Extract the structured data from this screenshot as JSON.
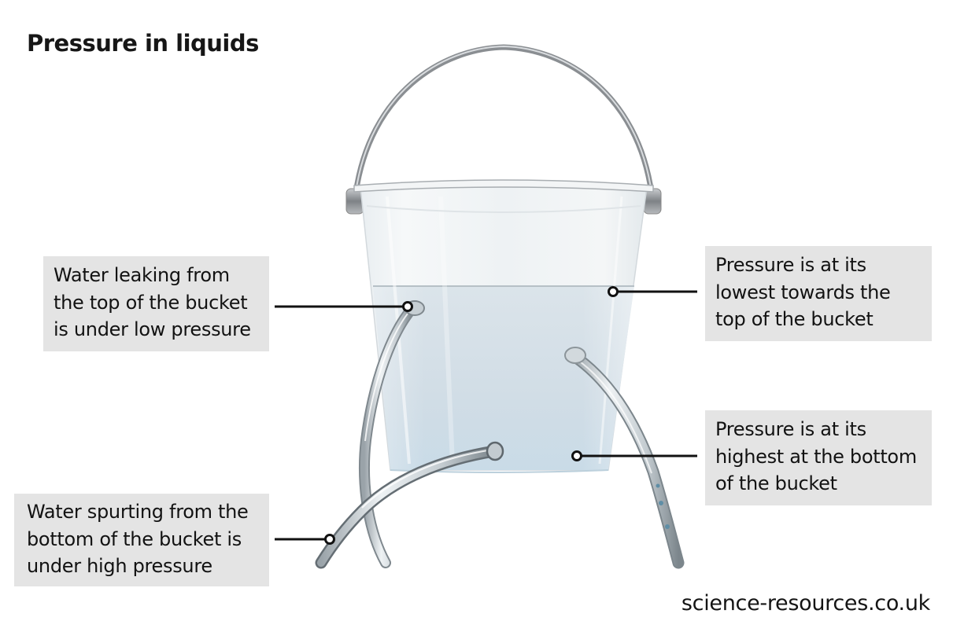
{
  "title": "Pressure in liquids",
  "labels": {
    "top_left": {
      "lines": [
        "Water leaking from",
        "the top of the bucket",
        "is under low pressure"
      ],
      "points_to": "upper leak hole on left side of bucket"
    },
    "bottom_left": {
      "lines": [
        "Water spurting from the",
        "bottom of the bucket is",
        "under high pressure"
      ],
      "points_to": "stream from lower leak hole"
    },
    "top_right": {
      "lines": [
        "Pressure is at its",
        "lowest towards the",
        "top of the bucket"
      ],
      "points_to": "water surface near top of bucket"
    },
    "bottom_right": {
      "lines": [
        "Pressure is at its",
        "highest at the bottom",
        "of the bucket"
      ],
      "points_to": "bottom of water in bucket"
    }
  },
  "footer": {
    "credit": "science-resources.co.uk"
  },
  "colors": {
    "label_background": "#e4e4e4",
    "leader_line": "#111111",
    "water": "#cfdce6",
    "bucket_rim": "#bfc4c8",
    "handle": "#8e9296"
  },
  "illustration": {
    "subject": "transparent bucket filled with water with a metal handle",
    "leaks": [
      {
        "position": "upper-left hole",
        "stream": "weak, falls close to bucket"
      },
      {
        "position": "mid-right hole",
        "stream": "arcs downward to the right"
      },
      {
        "position": "lower-center hole",
        "stream": "strong jet, travels far to the left"
      }
    ]
  }
}
